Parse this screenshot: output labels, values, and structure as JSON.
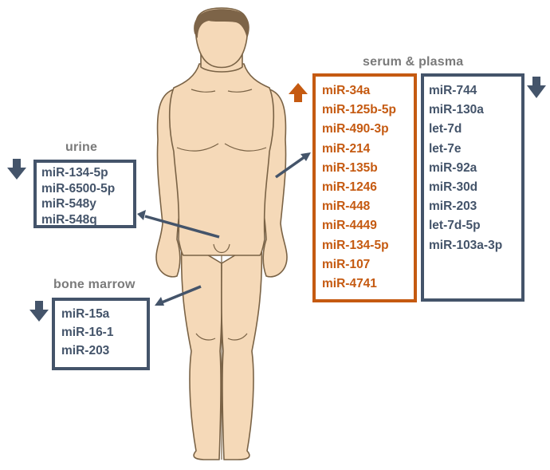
{
  "colors": {
    "down_regulated": "#44546a",
    "up_regulated": "#c55a11",
    "label_gray": "#7a7a7a",
    "skin": "#f5d9b8",
    "outline": "#7a6346",
    "hair": "#7d6448"
  },
  "groups": {
    "serum_plasma": {
      "label": "serum & plasma",
      "up": {
        "direction": "up-arrow",
        "items": [
          "miR-34a",
          "miR-125b-5p",
          "miR-490-3p",
          "miR-214",
          "miR-135b",
          "miR-1246",
          "miR-448",
          "miR-4449",
          "miR-134-5p",
          "miR-107",
          "miR-4741"
        ]
      },
      "down": {
        "direction": "down-arrow",
        "items": [
          "miR-744",
          "miR-130a",
          "let-7d",
          "let-7e",
          "miR-92a",
          "miR-30d",
          "miR-203",
          "let-7d-5p",
          "miR-103a-3p"
        ]
      }
    },
    "urine": {
      "label": "urine",
      "direction": "down-arrow",
      "items": [
        "miR-134-5p",
        "miR-6500-5p",
        "miR-548y",
        "miR-548q"
      ]
    },
    "bone_marrow": {
      "label": "bone marrow",
      "direction": "down-arrow",
      "items": [
        "miR-15a",
        "miR-16-1",
        "miR-203"
      ]
    }
  }
}
